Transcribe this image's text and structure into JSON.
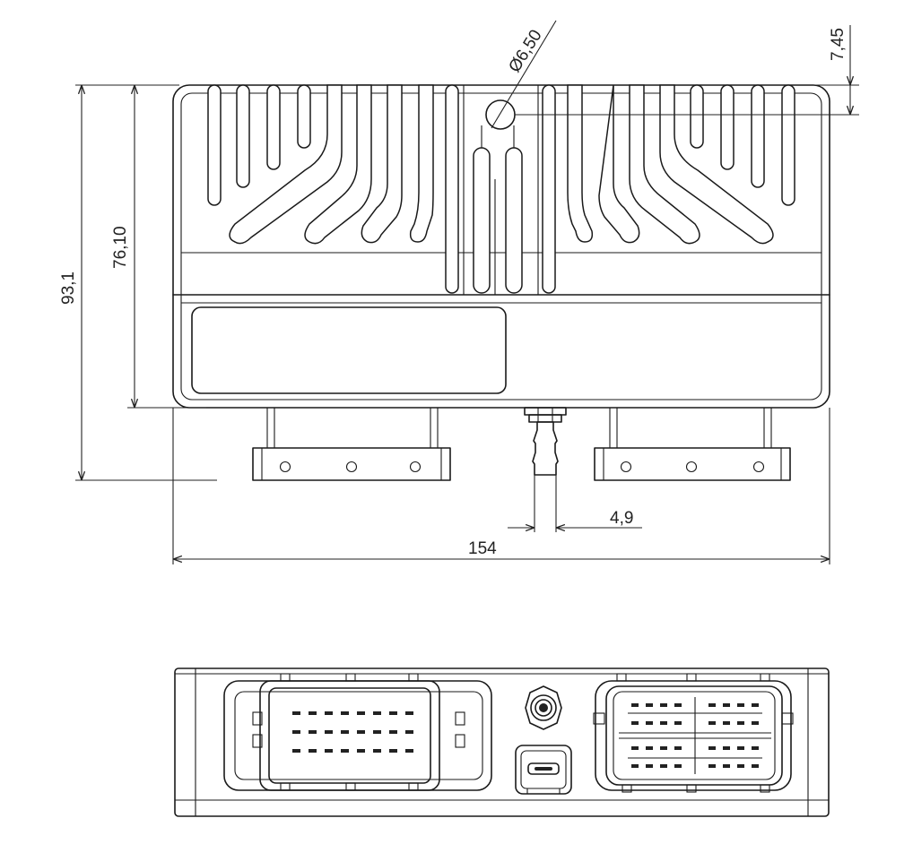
{
  "dimensions": {
    "hole_diameter": "Ø6,50",
    "hole_offset": "7,45",
    "total_height": "93,1",
    "body_height": "76,10",
    "nozzle_width": "4,9",
    "total_width": "154"
  },
  "colors": {
    "line": "#1a1a1a",
    "background": "#ffffff"
  }
}
